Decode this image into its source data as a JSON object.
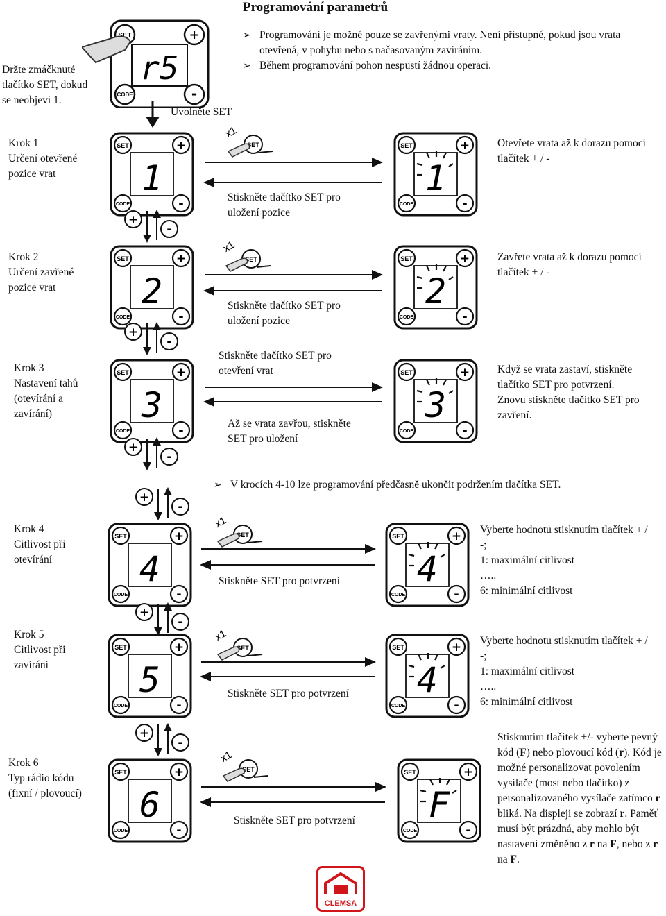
{
  "header": {
    "title": "Programování parametrů",
    "bullets": [
      "Programování je možné pouze se zavřenými vraty. Není přístupné, pokud jsou vrata otevřená, v pohybu nebo s načasovaným zavíráním.",
      "Během programování pohon nespustí žádnou operaci."
    ],
    "hold_text": "Držte zmáčknuté tlačítko SET, dokud se neobjeví 1.",
    "release_text": "Uvolněte SET",
    "display_code": "r5"
  },
  "device": {
    "set_label": "SET",
    "code_label": "CODE",
    "plus": "+",
    "minus": "-",
    "x1": "x1"
  },
  "steps": [
    {
      "id": "1",
      "label": "Krok 1\nUrčení otevřené\npozice vrat",
      "digit": "1",
      "mid_text": "Stiskněte tlačítko SET pro uložení pozice",
      "right_text": "Otevřete vrata až k dorazu pomocí tlačítek + / -"
    },
    {
      "id": "2",
      "label": "Krok 2\nUrčení zavřené\npozice vrat",
      "digit": "2",
      "mid_text": "Stiskněte tlačítko SET pro uložení pozice",
      "right_text": "Zavřete vrata až k dorazu pomocí tlačítek + / -"
    },
    {
      "id": "3",
      "label": "Krok 3\nNastavení tahů\n(otevírání a\nzavírání)",
      "digit": "3",
      "mid_text_top": "Stiskněte tlačítko SET pro otevření vrat",
      "mid_text": "Až se vrata zavřou, stiskněte SET pro uložení",
      "right_text": "Když se vrata zastaví, stiskněte tlačítko SET pro potvrzení.\nZnovu stiskněte tlačítko SET pro zavření."
    },
    {
      "id": "4",
      "label": "Krok 4\nCitlivost při\notevírání",
      "digit": "4",
      "mid_text": "Stiskněte SET pro potvrzení",
      "right_text": "Vyberte hodnotu stisknutím tlačítek + / -;\n1: maximální citlivost\n…..\n6: minimální citlivost"
    },
    {
      "id": "5",
      "label": "Krok 5\nCitlivost při\nzavírání",
      "digit": "5",
      "right_digit": "4",
      "mid_text": "Stiskněte SET pro potvrzení",
      "right_text": "Vyberte hodnotu stisknutím tlačítek + / -;\n1: maximální citlivost\n…..\n6: minimální citlivost"
    },
    {
      "id": "6",
      "label": "Krok 6\nTyp rádio kódu\n(fixní / plovoucí)",
      "digit": "6",
      "right_digit": "F",
      "mid_text": "Stiskněte SET pro potvrzení"
    }
  ],
  "note_4_10": "V krocích 4-10 lze programování předčasně ukončit podržením tlačítka SET.",
  "step6_right": {
    "t1": "Stisknutím tlačítek +/-  vyberte pevný kód (",
    "b1": "F",
    "t2": ") nebo plovoucí kód (",
    "b2": "r",
    "t3": "). Kód je možné personalizovat povolením vysílače (most nebo tlačítko) z personalizovaného vysílače zatímco ",
    "b3": "r",
    "t4": " bliká. Na displeji se zobrazí ",
    "b4": "r",
    "t5": ". Paměť musí být prázdná, aby mohlo být nastavení změněno z ",
    "b5": "r",
    "t6": " na ",
    "b6": "F",
    "t7": ", nebo z ",
    "b7": "r",
    "t8": " na ",
    "b8": "F",
    "t9": "."
  },
  "logo": {
    "text": "CLEMSA",
    "color": "#d0161b"
  }
}
